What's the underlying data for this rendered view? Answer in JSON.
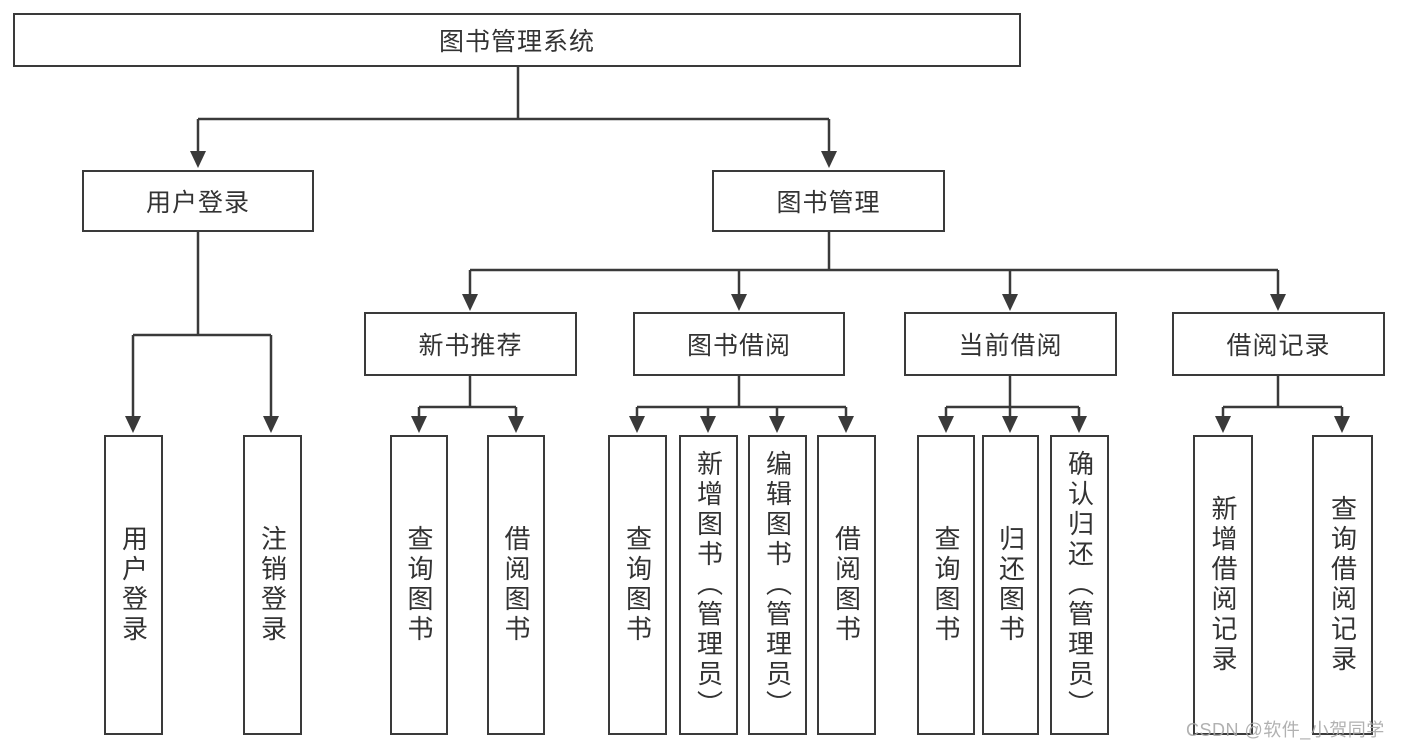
{
  "diagram": {
    "title_node": "图书管理系统",
    "branches": [
      {
        "label": "用户登录",
        "children": [
          "用户登录",
          "注销登录"
        ]
      },
      {
        "label": "图书管理",
        "children": [
          {
            "label": "新书推荐",
            "children": [
              "查询图书",
              "借阅图书"
            ]
          },
          {
            "label": "图书借阅",
            "children": [
              "查询图书",
              "新增图书（管理员）",
              "编辑图书（管理员）",
              "借阅图书"
            ]
          },
          {
            "label": "当前借阅",
            "children": [
              "查询图书",
              "归还图书",
              "确认归还（管理员）"
            ]
          },
          {
            "label": "借阅记录",
            "children": [
              "新增借阅记录",
              "查询借阅记录"
            ]
          }
        ]
      }
    ]
  },
  "watermark": "CSDN @软件_小贺同学",
  "colors": {
    "line": "#3a3a3a",
    "node_border": "#3a3a3a",
    "node_fill": "#ffffff",
    "text": "#333333",
    "watermark_text": "#a8a8a8",
    "background": "#ffffff"
  }
}
